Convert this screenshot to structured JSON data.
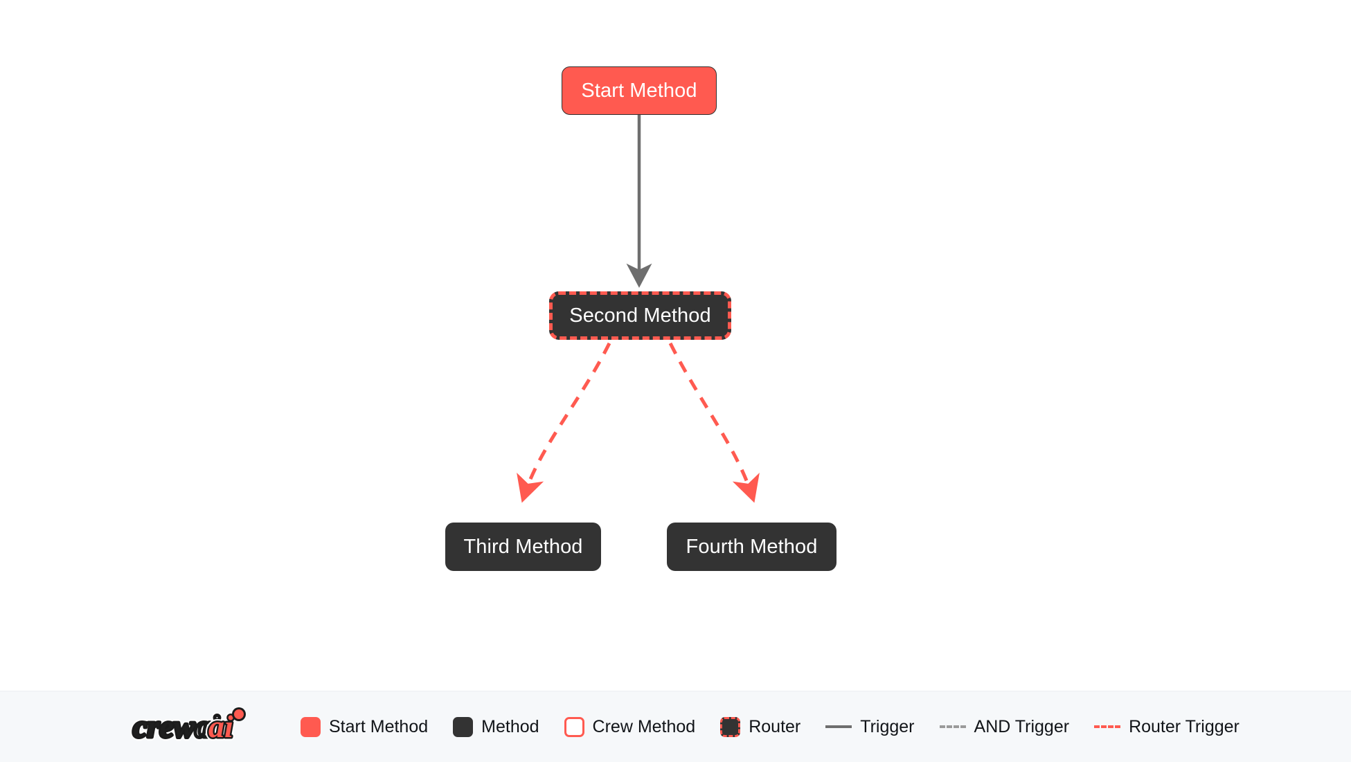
{
  "canvas": {
    "background": "#ffffff",
    "nodes": [
      {
        "id": "start",
        "label": "Start Method",
        "type": "start-method",
        "color": "#ff5a50"
      },
      {
        "id": "second",
        "label": "Second Method",
        "type": "router",
        "color": "#333333"
      },
      {
        "id": "third",
        "label": "Third Method",
        "type": "method",
        "color": "#333333"
      },
      {
        "id": "fourth",
        "label": "Fourth Method",
        "type": "method",
        "color": "#333333"
      }
    ],
    "edges": [
      {
        "from": "start",
        "to": "third",
        "style": "trigger",
        "color": "#6e6e6e"
      },
      {
        "from": "second",
        "to": "third",
        "style": "router-trigger",
        "color": "#ff5a50"
      },
      {
        "from": "second",
        "to": "fourth",
        "style": "router-trigger",
        "color": "#ff5a50"
      }
    ]
  },
  "legend": {
    "logo": {
      "text_primary": "crew",
      "text_accent": "ai",
      "accent_color": "#ff5a50"
    },
    "items": [
      {
        "label": "Start Method",
        "kind": "swatch",
        "swatch": "start"
      },
      {
        "label": "Method",
        "kind": "swatch",
        "swatch": "method"
      },
      {
        "label": "Crew Method",
        "kind": "swatch",
        "swatch": "crew"
      },
      {
        "label": "Router",
        "kind": "swatch",
        "swatch": "router"
      },
      {
        "label": "Trigger",
        "kind": "line",
        "line": "trigger"
      },
      {
        "label": "AND Trigger",
        "kind": "line",
        "line": "and-trigger"
      },
      {
        "label": "Router Trigger",
        "kind": "line",
        "line": "router-trigger"
      }
    ]
  },
  "colors": {
    "accent_red": "#ff5a50",
    "node_dark": "#333333",
    "edge_gray": "#6e6e6e",
    "legend_bg": "#f6f8fa",
    "canvas_bg": "#ffffff"
  }
}
